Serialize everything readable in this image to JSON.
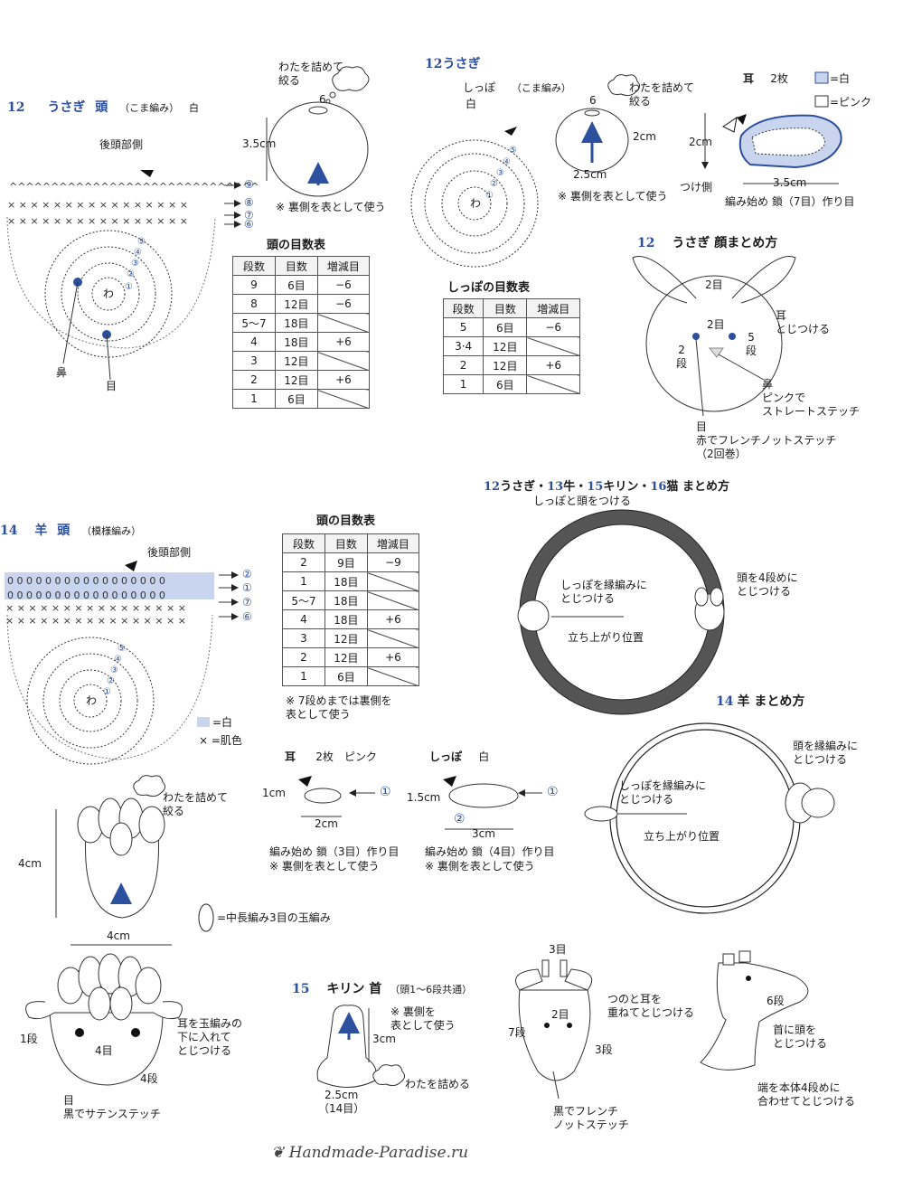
{
  "rabbit_head": {
    "num": "12",
    "animal": "うさぎ",
    "part": "頭",
    "stitch": "（こま編み）",
    "color": "白",
    "back_label": "後頭部側",
    "rounds": [
      "⑨",
      "⑧",
      "⑦",
      "⑥"
    ],
    "inner_rounds": [
      "⑤",
      "④",
      "③",
      "②",
      "①"
    ],
    "ring": "わ",
    "nose": "鼻",
    "eye": "目",
    "stuff_note": "わたを詰めて\n絞る",
    "stuff_num": "6",
    "height": "3.5cm",
    "wrong_side_note": "※ 裏側を表として使う"
  },
  "rabbit_head_table": {
    "title": "頭の目数表",
    "headers": [
      "段数",
      "目数",
      "増減目"
    ],
    "rows": [
      [
        "9",
        "6目",
        "−6"
      ],
      [
        "8",
        "12目",
        "−6"
      ],
      [
        "5〜7",
        "18目",
        ""
      ],
      [
        "4",
        "18目",
        "+6"
      ],
      [
        "3",
        "12目",
        ""
      ],
      [
        "2",
        "12目",
        "+6"
      ],
      [
        "1",
        "6目",
        ""
      ]
    ]
  },
  "rabbit_tail": {
    "num": "12",
    "animal": "うさぎ",
    "part": "しっぽ",
    "stitch": "（こま編み）",
    "color": "白",
    "rounds": [
      "⑤",
      "④",
      "③",
      "②",
      "①"
    ],
    "ring": "わ",
    "stuff_note": "わたを詰めて\n絞る",
    "stuff_num": "6",
    "height": "2cm",
    "width": "2.5cm",
    "wrong_side_note": "※ 裏側を表として使う"
  },
  "rabbit_tail_table": {
    "title": "しっぽの目数表",
    "headers": [
      "段数",
      "目数",
      "増減目"
    ],
    "rows": [
      [
        "5",
        "6目",
        "−6"
      ],
      [
        "3·4",
        "12目",
        ""
      ],
      [
        "2",
        "12目",
        "+6"
      ],
      [
        "1",
        "6目",
        ""
      ]
    ]
  },
  "rabbit_ear": {
    "part": "耳",
    "count": "2枚",
    "legend_white": "=白",
    "legend_pink": "=ピンク",
    "height": "2cm",
    "width": "3.5cm",
    "attach_side": "つけ側",
    "start_note": "編み始め  鎖（7目）作り目"
  },
  "rabbit_face": {
    "num": "12",
    "title": "うさぎ  顔まとめ方",
    "ear_gap": "2目",
    "eye_gap": "2目",
    "ear_attach": "耳\nとじつける",
    "row_left": "2\n段",
    "row_right": "5\n段",
    "nose_note": "鼻\nピンクで\nストレートステッチ",
    "eye_note": "目\n赤でフレンチノットステッチ\n（2回巻）"
  },
  "ring_assembly": {
    "title_num1": "12",
    "title_t1": "うさぎ・",
    "title_num2": "13",
    "title_t2": "牛・",
    "title_num3": "15",
    "title_t3": "キリン・",
    "title_num4": "16",
    "title_t4": "猫  まとめ方",
    "attach_top": "しっぽと頭をつける",
    "tail_note": "しっぽを縁編みに\nとじつける",
    "head_note": "頭を4段めに\nとじつける",
    "rise_note": "立ち上がり位置"
  },
  "sheep_head": {
    "num": "14",
    "animal": "羊",
    "part": "頭",
    "stitch": "（模様編み）",
    "back_label": "後頭部側",
    "rounds": [
      "②",
      "①",
      "⑦",
      "⑥"
    ],
    "inner_rounds": [
      "⑤",
      "④",
      "③",
      "②",
      "①"
    ],
    "ring": "わ",
    "legend_white": "=白",
    "legend_skin": "=肌色",
    "stuff_note": "わたを詰めて\n絞る",
    "height": "4cm",
    "width": "4cm",
    "bobble_note": "=中長編み3目の玉編み"
  },
  "sheep_head_table": {
    "title": "頭の目数表",
    "headers": [
      "段数",
      "目数",
      "増減目"
    ],
    "rows": [
      [
        "2",
        "9目",
        "−9"
      ],
      [
        "1",
        "18目",
        ""
      ],
      [
        "5〜7",
        "18目",
        ""
      ],
      [
        "4",
        "18目",
        "+6"
      ],
      [
        "3",
        "12目",
        ""
      ],
      [
        "2",
        "12目",
        "+6"
      ],
      [
        "1",
        "6目",
        ""
      ]
    ],
    "note": "※ 7段めまでは裏側を\n表として使う"
  },
  "sheep_ear": {
    "part": "耳",
    "count": "2枚",
    "color": "ピンク",
    "height": "1cm",
    "width": "2cm",
    "round": "①",
    "start_note": "編み始め  鎖（3目）作り目",
    "wrong_side_note": "※ 裏側を表として使う"
  },
  "sheep_tail": {
    "part": "しっぽ",
    "color": "白",
    "height": "1.5cm",
    "width": "3cm",
    "round1": "①",
    "round2": "②",
    "start_note": "編み始め  鎖（4目）作り目",
    "wrong_side_note": "※ 裏側を表として使う"
  },
  "sheep_face": {
    "row1": "1段",
    "eye_gap": "4目",
    "row4": "4段",
    "ear_note": "耳を玉編みの\n下に入れて\nとじつける",
    "eye_note": "目\n黒でサテンステッチ"
  },
  "sheep_assembly": {
    "num": "14",
    "title": "羊  まとめ方",
    "head_note": "頭を縁編みに\nとじつける",
    "tail_note": "しっぽを縁編みに\nとじつける",
    "rise_note": "立ち上がり位置"
  },
  "giraffe_neck": {
    "num": "15",
    "title": "キリン  首",
    "sub": "（頭1〜6段共通）",
    "wrong_side_note": "※ 裏側を\n表として使う",
    "height": "3cm",
    "width": "2.5cm\n（14目）",
    "stuff": "わたを詰める"
  },
  "giraffe_face": {
    "top_gap": "3目",
    "eye_gap": "2目",
    "row7": "7段",
    "row3": "3段",
    "horn_note": "つのと耳を\n重ねてとじつける",
    "eye_note": "黒でフレンチ\nノットステッチ"
  },
  "giraffe_body": {
    "row6": "6段",
    "neck_note": "首に頭を\nとじつける",
    "end_note": "端を本体4段めに\n合わせてとじつける"
  },
  "watermark": "Handmade-Paradise.ru"
}
